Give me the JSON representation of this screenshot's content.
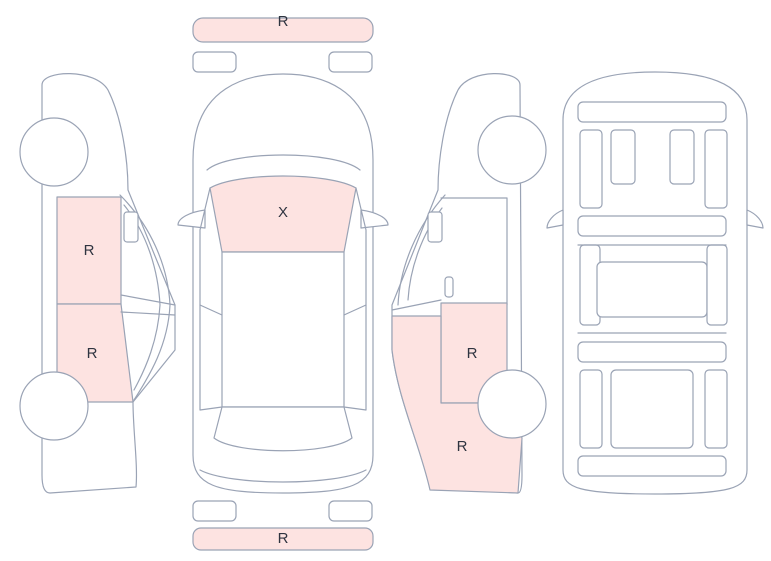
{
  "colors": {
    "damage_fill": "#fde3e1",
    "outline": "#9aa3b5",
    "label_text": "#2f3440",
    "background": "#ffffff"
  },
  "markers": {
    "front_bumper": "R",
    "windshield": "X",
    "rear_bumper": "R",
    "left_front_door": "R",
    "left_rear_door": "R",
    "right_front_door": "R",
    "right_rear_quarter": "R"
  }
}
